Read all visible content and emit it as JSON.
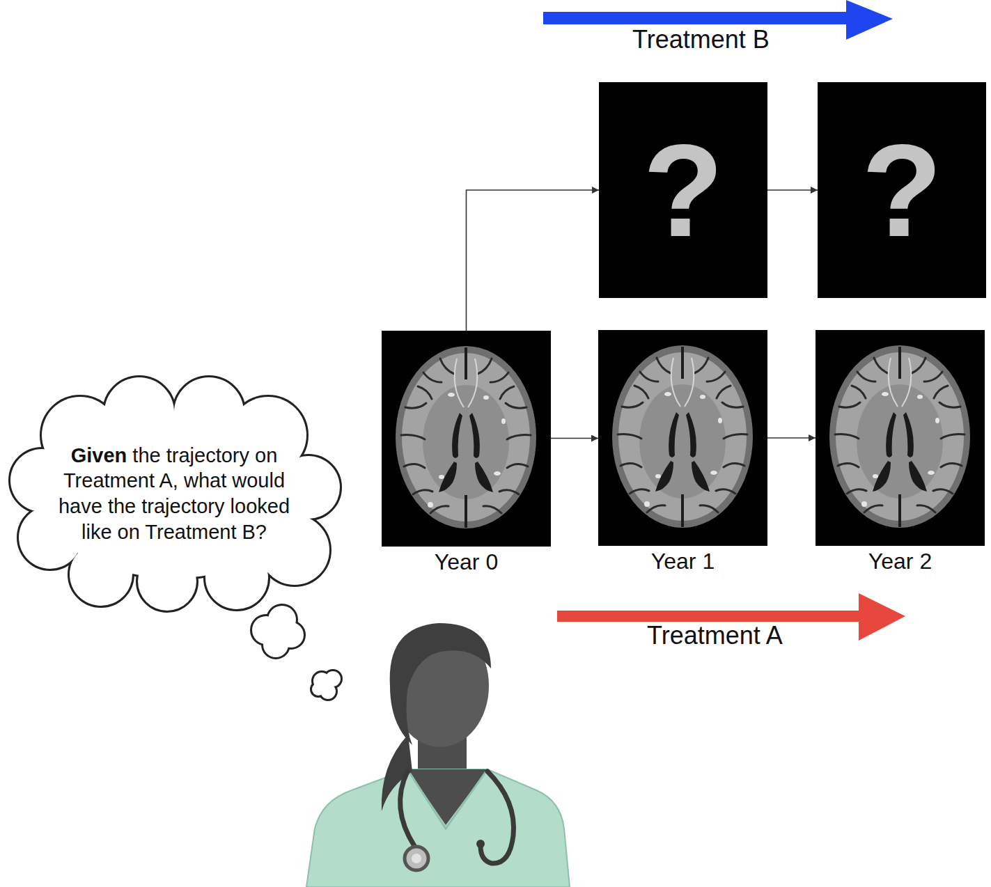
{
  "diagram": {
    "nodes": [
      {
        "text": [
          "?"
        ]
      },
      {
        "text": [
          "?"
        ]
      },
      {
        "text": [
          "Given the trajectory on Treatment A, what would have the trajectory looked like on Treatment B?"
        ]
      },
      {
        "text": [
          "Year 0"
        ]
      },
      {
        "text": [
          "Year 1"
        ]
      },
      {
        "text": [
          "Year 2"
        ]
      }
    ],
    "edges": [
      {
        "from": 3,
        "to": 0,
        "arrow": "to"
      },
      {
        "from": 0,
        "to": 1,
        "arrow": "to"
      },
      {
        "from": 3,
        "to": 4,
        "arrow": "to"
      },
      {
        "from": 4,
        "to": 5,
        "arrow": "to"
      }
    ],
    "labels": [
      "Treatment B",
      "Treatment A"
    ]
  }
}
